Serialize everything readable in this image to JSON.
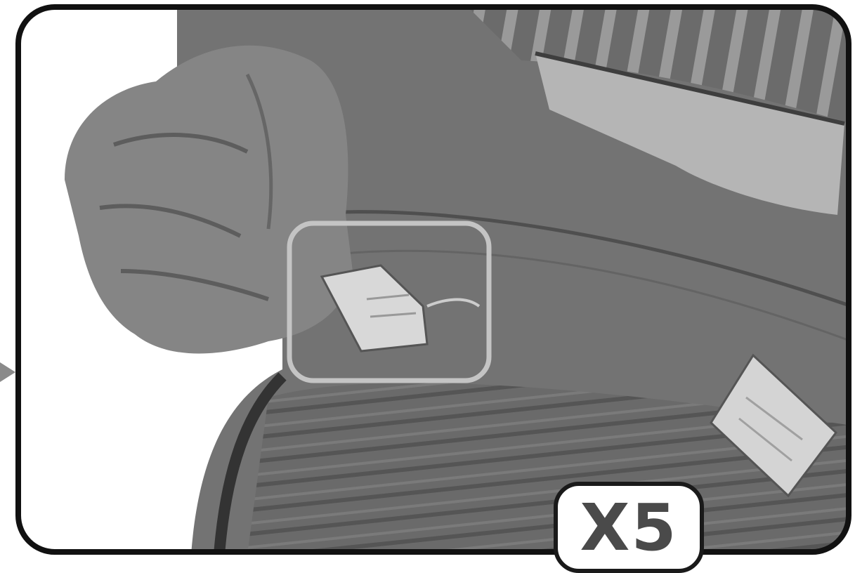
{
  "illustration": {
    "subject": "seat-cover-clip-attachment",
    "highlight": "callout-box"
  },
  "badge": {
    "label": "X5"
  },
  "colors": {
    "frame": "#111111",
    "fabric": "#6e6e6e",
    "fabric_dark": "#4b4b4b",
    "hand": "#7a7a7a",
    "clip": "#d9d9d9",
    "highlight": "#bdbdbd"
  }
}
